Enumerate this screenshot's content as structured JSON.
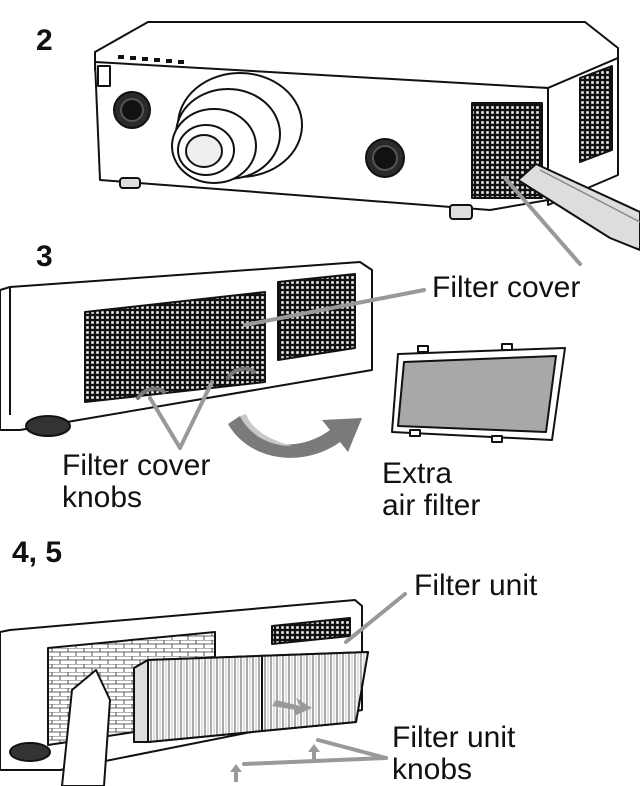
{
  "steps": {
    "step2": "2",
    "step3": "3",
    "step45": "4, 5"
  },
  "labels": {
    "filter_cover": "Filter cover",
    "filter_cover_knobs": [
      "Filter cover",
      "knobs"
    ],
    "extra_air_filter": [
      "Extra",
      "air filter"
    ],
    "filter_unit": "Filter unit",
    "filter_unit_knobs": [
      "Filter unit",
      "knobs"
    ]
  },
  "colors": {
    "outline": "#111111",
    "leader": "#999999",
    "arrow_dark": "#707070",
    "arrow_light": "#c8c8c8",
    "filter_gray": "#a8a8a8",
    "mesh_dark": "#1a1a1a"
  }
}
